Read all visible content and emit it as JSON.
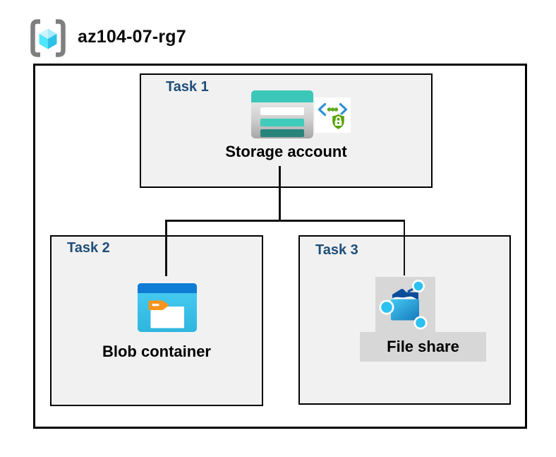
{
  "title": "az104-07-rg7",
  "tasks": [
    {
      "label": "Task 1",
      "caption": "Storage account"
    },
    {
      "label": "Task 2",
      "caption": "Blob container"
    },
    {
      "label": "Task 3",
      "caption": "File share"
    }
  ],
  "connections": [
    "Storage account -> Blob container",
    "Storage account -> File share"
  ],
  "icons": {
    "header": "resource-group-icon",
    "task1": [
      "storage-account-icon",
      "code-security-shield-icon"
    ],
    "task2": [
      "blob-container-icon"
    ],
    "task3": [
      "file-share-icon"
    ]
  },
  "colors": {
    "task_label_blue": "#1F4E79",
    "box_fill": "#F1F1F1",
    "border_black": "#000000",
    "storage_teal": "#3BC8B8",
    "storage_teal_dark": "#28847A",
    "blob_header_blue": "#0F7CD5",
    "blob_body_cyan": "#41C8F0",
    "folder_tab_orange": "#F7941E",
    "fileshare_backplate_gray": "#D7D7D7",
    "network_node_cyan": "#2BC1F0",
    "shield_green": "#57A300",
    "chevron_blue": "#2E8FD6",
    "cube_cyan": "#50E6FF",
    "bracket_gray": "#7F7F7F"
  }
}
